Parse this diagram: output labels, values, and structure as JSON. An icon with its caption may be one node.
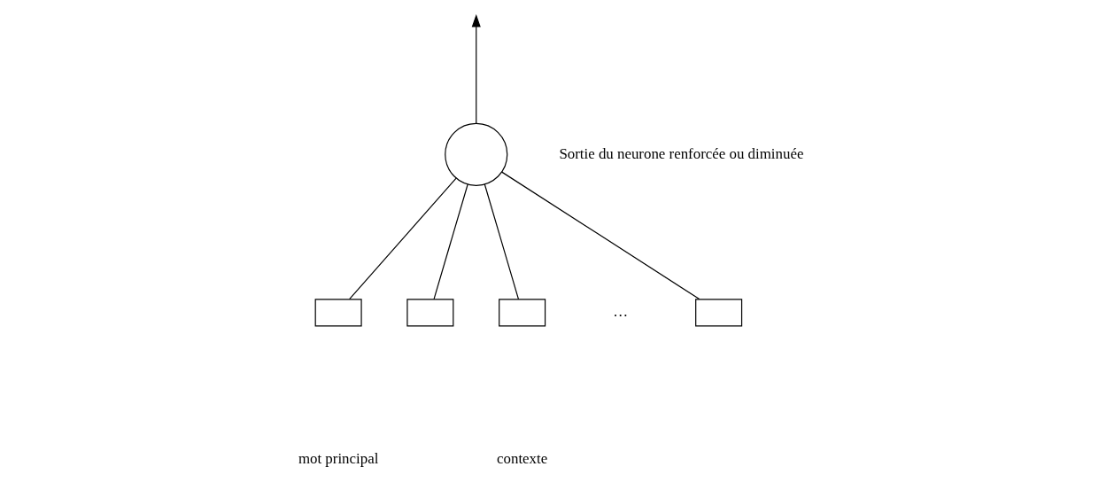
{
  "diagram": {
    "nodes": [
      {
        "text": [],
        "shape": "circle",
        "beside": [
          "Sortie du neurone renforcée ou diminuée"
        ]
      },
      {
        "text": [],
        "shape": "box"
      },
      {
        "text": [],
        "shape": "box"
      },
      {
        "text": [],
        "shape": "box"
      },
      {
        "text": [],
        "shape": "box"
      }
    ],
    "edges": [
      {
        "from": 0,
        "to": null,
        "arrow": "to"
      },
      {
        "from": 1,
        "to": 0,
        "arrow": "none"
      },
      {
        "from": 2,
        "to": 0,
        "arrow": "none"
      },
      {
        "from": 3,
        "to": 0,
        "arrow": "none"
      },
      {
        "from": 4,
        "to": 0,
        "arrow": "none"
      }
    ],
    "labels": [
      "…",
      "mot principal",
      "contexte"
    ]
  }
}
